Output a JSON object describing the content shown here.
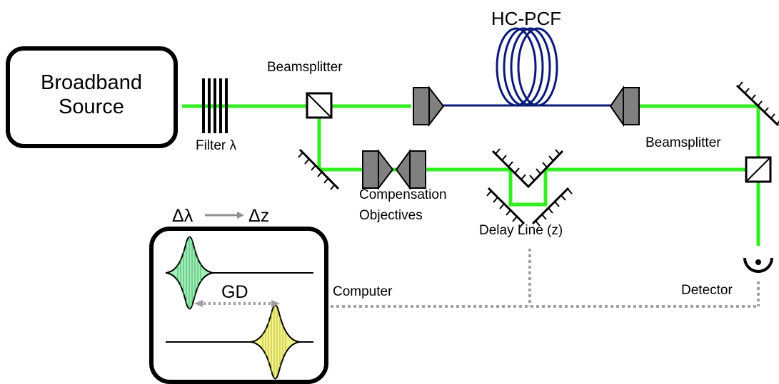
{
  "labels": {
    "source_line1": "Broadband",
    "source_line2": "Source",
    "filter": "Filter λ",
    "beamsplitter_1": "Beamsplitter",
    "fiber": "HC-PCF",
    "beamsplitter_2": "Beamsplitter",
    "compensation_line1": "Compensation",
    "compensation_line2": "Objectives",
    "delay_line": "Delay Line (z)",
    "delta_lambda": "Δλ",
    "delta_z": "Δz",
    "group_delay": "GD",
    "computer": "Computer",
    "detector": "Detector"
  },
  "colors": {
    "beam": "#33ee22",
    "fiber": "#0a1a7a",
    "objective_fill": "#808080",
    "data_link": "#a0a0a0",
    "pulse_1": "#9ef0b8",
    "pulse_2": "#f4f488"
  }
}
